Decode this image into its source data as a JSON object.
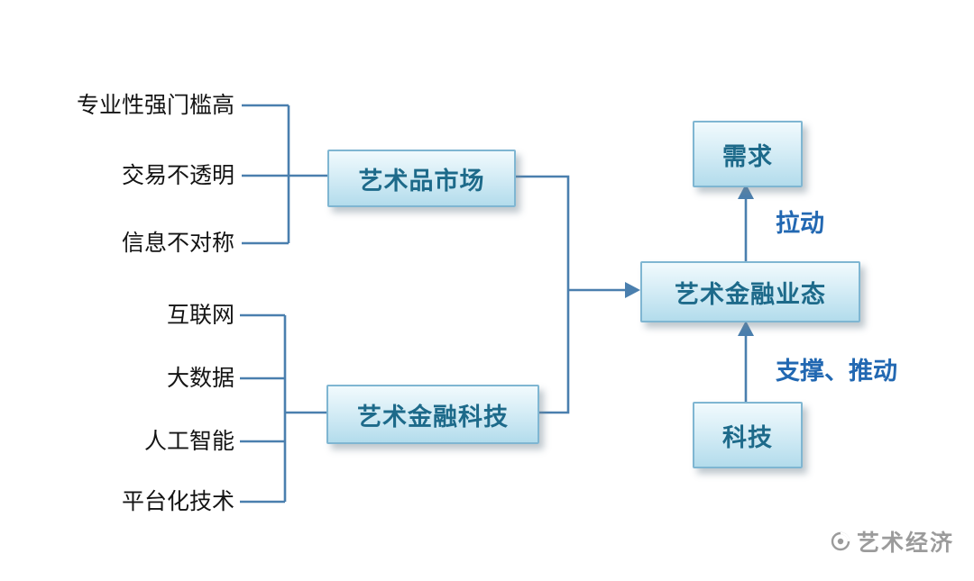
{
  "diagram": {
    "left_top_factors": [
      "专业性强门槛高",
      "交易不透明",
      "信息不对称"
    ],
    "left_bottom_factors": [
      "互联网",
      "大数据",
      "人工智能",
      "平台化技术"
    ],
    "nodes": {
      "art_market": "艺术品市场",
      "art_fintech": "艺术金融科技",
      "ecosystem": "艺术金融业态",
      "demand": "需求",
      "technology": "科技"
    },
    "edge_labels": {
      "pull": "拉动",
      "support_push": "支撑、推动"
    },
    "colors": {
      "line": "#4a7fae",
      "box_border": "#7fb6d2",
      "box_fill_top": "#f1fafd",
      "box_fill_bottom": "#b3dcec",
      "box_text": "#1d6a8a",
      "edge_label_text": "#2268b2",
      "factor_text": "#141414",
      "watermark_text": "#9b9b9b"
    }
  },
  "watermark": {
    "text": "艺术经济"
  }
}
